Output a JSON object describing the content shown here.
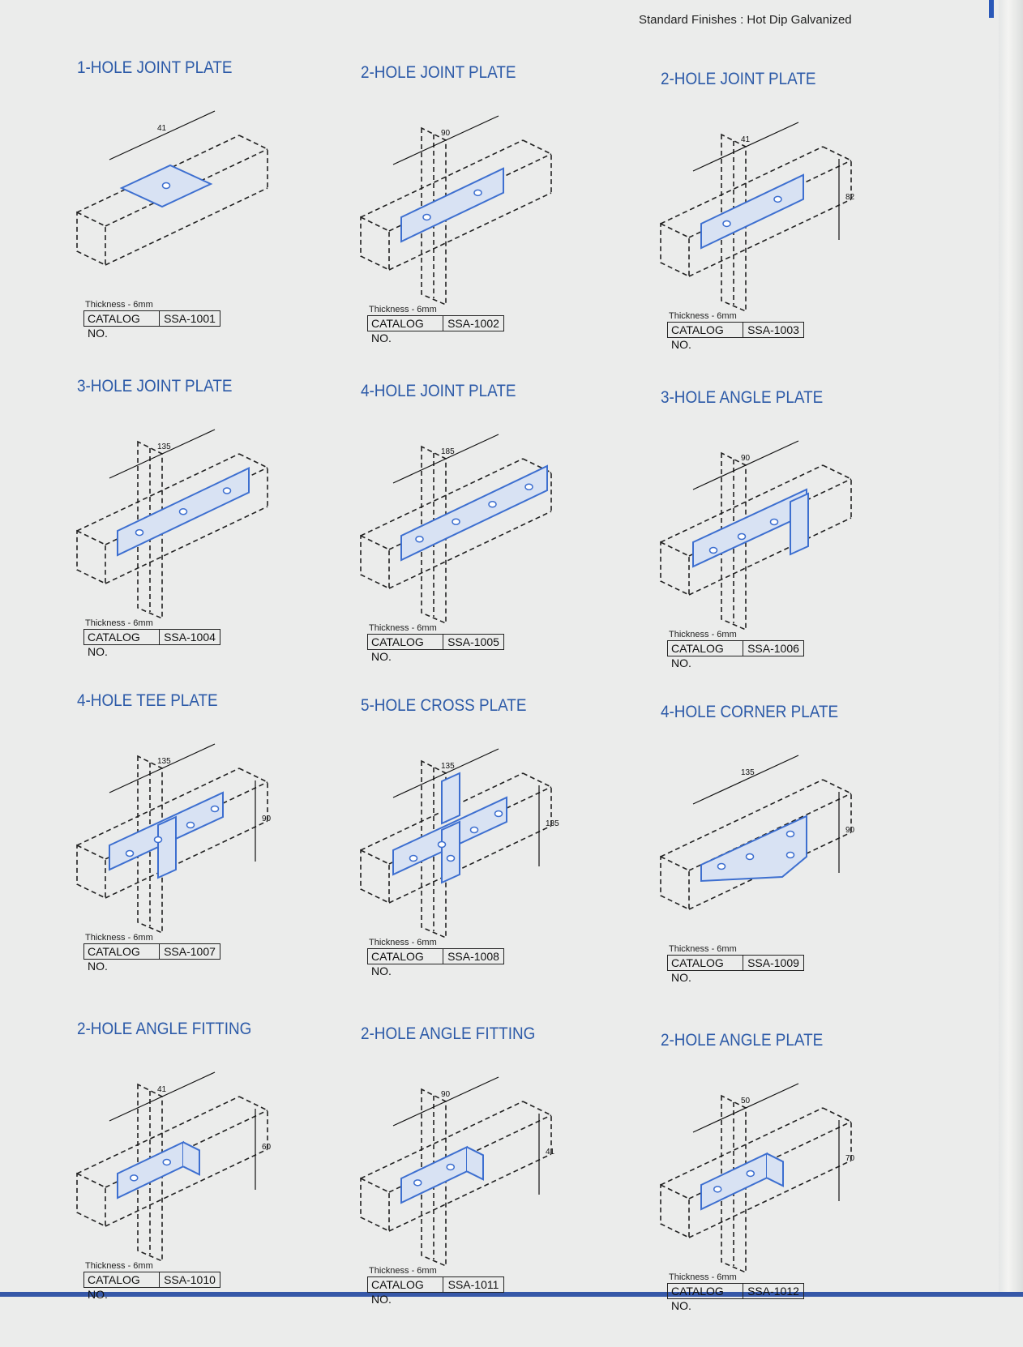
{
  "header": {
    "finish": "Standard Finishes : Hot Dip Galvanized"
  },
  "colors": {
    "title": "#2c5aa8",
    "plate_fill": "#d8e2f3",
    "plate_stroke": "#3d6fd0",
    "line": "#222222"
  },
  "catalog_label": "CATALOG NO.",
  "items": [
    {
      "title": "1-HOLE JOINT PLATE",
      "thickness": "Thickness - 6mm",
      "catalog": "SSA-1001",
      "shape": "square",
      "holes": 1,
      "dims": [
        "41"
      ]
    },
    {
      "title": "2-HOLE JOINT PLATE",
      "thickness": "Thickness - 6mm",
      "catalog": "SSA-1002",
      "shape": "bar",
      "holes": 2,
      "dims": [
        "90"
      ]
    },
    {
      "title": "2-HOLE JOINT PLATE",
      "thickness": "Thickness - 6mm",
      "catalog": "SSA-1003",
      "shape": "bar",
      "holes": 2,
      "dims": [
        "41",
        "82"
      ]
    },
    {
      "title": "3-HOLE JOINT PLATE",
      "thickness": "Thickness - 6mm",
      "catalog": "SSA-1004",
      "shape": "bar",
      "holes": 3,
      "dims": [
        "135"
      ]
    },
    {
      "title": "4-HOLE JOINT PLATE",
      "thickness": "Thickness - 6mm",
      "catalog": "SSA-1005",
      "shape": "bar",
      "holes": 4,
      "dims": [
        "185"
      ]
    },
    {
      "title": "3-HOLE ANGLE PLATE",
      "thickness": "Thickness - 6mm",
      "catalog": "SSA-1006",
      "shape": "angle",
      "holes": 3,
      "dims": [
        "90"
      ]
    },
    {
      "title": "4-HOLE TEE PLATE",
      "thickness": "Thickness - 6mm",
      "catalog": "SSA-1007",
      "shape": "tee",
      "holes": 4,
      "dims": [
        "135",
        "90"
      ]
    },
    {
      "title": "5-HOLE CROSS PLATE",
      "thickness": "Thickness - 6mm",
      "catalog": "SSA-1008",
      "shape": "cross",
      "holes": 5,
      "dims": [
        "135",
        "135"
      ]
    },
    {
      "title": "4-HOLE CORNER PLATE",
      "thickness": "Thickness - 6mm",
      "catalog": "SSA-1009",
      "shape": "corner",
      "holes": 4,
      "dims": [
        "135",
        "90"
      ]
    },
    {
      "title": "2-HOLE ANGLE FITTING",
      "thickness": "Thickness - 6mm",
      "catalog": "SSA-1010",
      "shape": "fitting",
      "holes": 2,
      "dims": [
        "41",
        "60"
      ]
    },
    {
      "title": "2-HOLE ANGLE FITTING",
      "thickness": "Thickness - 6mm",
      "catalog": "SSA-1011",
      "shape": "fitting",
      "holes": 2,
      "dims": [
        "90",
        "41"
      ]
    },
    {
      "title": "2-HOLE ANGLE PLATE",
      "thickness": "Thickness - 6mm",
      "catalog": "SSA-1012",
      "shape": "fitting",
      "holes": 2,
      "dims": [
        "50",
        "70"
      ]
    }
  ]
}
